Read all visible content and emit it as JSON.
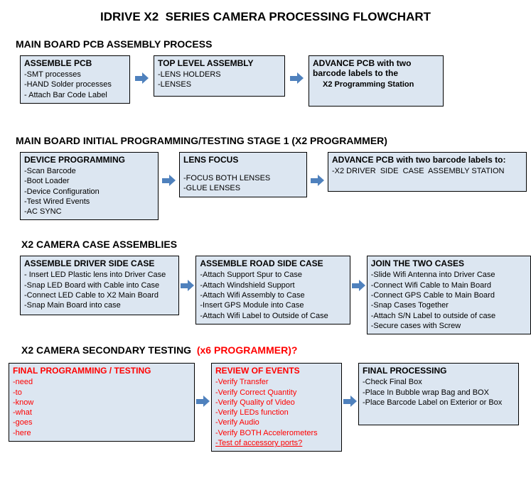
{
  "title": "IDRIVE X2  SERIES CAMERA PROCESSING FLOWCHART",
  "colors": {
    "box_fill": "#dce6f1",
    "box_border": "#000000",
    "arrow": "#4f81bd",
    "red": "#ff0000",
    "text": "#000000"
  },
  "sections": [
    {
      "heading": "MAIN BOARD PCB ASSEMBLY PROCESS",
      "boxes": [
        {
          "title": "ASSEMBLE PCB",
          "lines": [
            "-SMT processes",
            "-HAND Solder processes",
            "- Attach Bar Code Label"
          ]
        },
        {
          "title": "TOP LEVEL ASSEMBLY",
          "lines": [
            "-LENS HOLDERS",
            "-LENSES"
          ]
        },
        {
          "title": "ADVANCE PCB with two barcode labels to the",
          "lines": [
            "X2 Programming Station"
          ]
        }
      ]
    },
    {
      "heading": "MAIN BOARD INITIAL PROGRAMMING/TESTING STAGE 1 (X2 PROGRAMMER)",
      "boxes": [
        {
          "title": "DEVICE PROGRAMMING",
          "lines": [
            "-Scan Barcode",
            "-Boot Loader",
            "-Device Configuration",
            "-Test Wired Events",
            "-AC SYNC"
          ]
        },
        {
          "title": "LENS FOCUS",
          "lines": [
            "-FOCUS BOTH LENSES",
            "-GLUE LENSES"
          ]
        },
        {
          "title": "ADVANCE PCB with two barcode labels to:",
          "lines": [
            "-X2 DRIVER  SIDE  CASE  ASSEMBLY STATION"
          ]
        }
      ]
    },
    {
      "heading": "X2 CAMERA CASE ASSEMBLIES",
      "boxes": [
        {
          "title": "ASSEMBLE DRIVER SIDE CASE",
          "lines": [
            "- Insert LED Plastic lens into Driver Case",
            "-Snap LED Board with Cable into Case",
            "-Connect LED Cable to X2 Main Board",
            "-Snap Main Board into case"
          ]
        },
        {
          "title": "ASSEMBLE ROAD SIDE CASE",
          "lines": [
            "-Attach Support Spur to Case",
            "-Attach Windshield Support",
            "-Attach Wifi Assembly to Case",
            "-Insert GPS Module into Case",
            "-Attach Wifi Label to Outside of Case"
          ]
        },
        {
          "title": "JOIN THE TWO CASES",
          "lines": [
            "-Slide Wifi Antenna into Driver Case",
            "-Connect Wifi Cable to Main Board",
            "-Connect GPS Cable to Main Board",
            "-Snap Cases Together",
            "-Attach S/N Label to outside of case",
            "-Secure cases with Screw"
          ]
        }
      ]
    },
    {
      "heading": "X2 CAMERA SECONDARY TESTING ",
      "heading_red": " (x6 PROGRAMMER)?",
      "boxes": [
        {
          "title": "FINAL PROGRAMMING / TESTING",
          "lines": [
            "-need",
            "-to",
            "-know",
            "-what",
            "-goes",
            "-here"
          ]
        },
        {
          "title": "REVIEW OF EVENTS",
          "lines": [
            "-Verify Transfer",
            "-Verify Correct Quantity",
            "-Verify Quality of Video",
            "-Verify LEDs function",
            "-Verify Audio",
            "-Verify BOTH Accelerometers",
            "-Test of accessory ports?"
          ]
        },
        {
          "title": "FINAL PROCESSING",
          "lines": [
            "-Check Final Box",
            "-Place In Bubble wrap Bag and BOX",
            "-Place Barcode Label on Exterior or Box"
          ]
        }
      ]
    }
  ]
}
